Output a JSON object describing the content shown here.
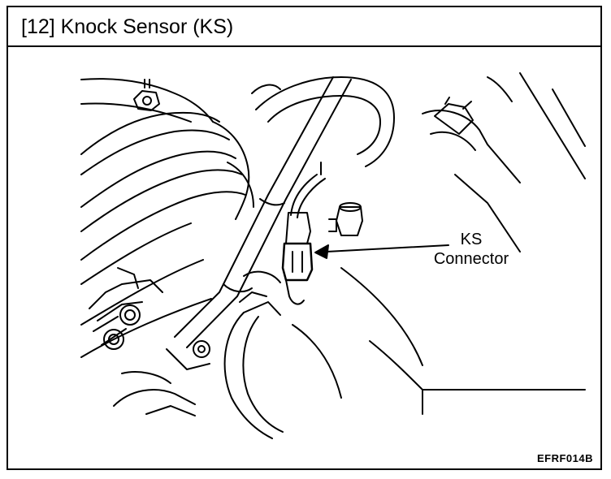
{
  "header": {
    "title": "[12] Knock Sensor (KS)"
  },
  "callout": {
    "line1": "KS",
    "line2": "Connector"
  },
  "figure_code": "EFRF014B",
  "icons": [
    "knock-sensor-connector-icon",
    "arrow-icon"
  ],
  "colors": {
    "line": "#000000",
    "background": "#ffffff"
  }
}
